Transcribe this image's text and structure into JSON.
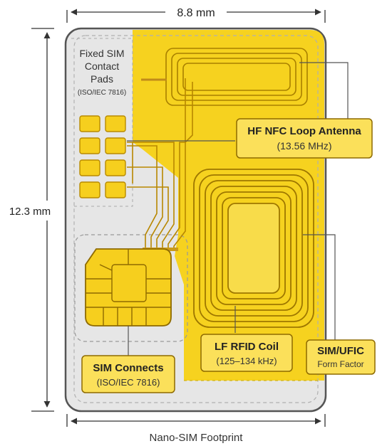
{
  "dimensions": {
    "width_label": "8.8 mm",
    "height_label": "12.3 mm"
  },
  "labels": {
    "fixed_pads": {
      "line1": "Fixed SIM",
      "line2": "Contact",
      "line3": "Pads",
      "line4": "(ISO/IEC 7816)"
    },
    "hf_antenna": {
      "title": "HF NFC Loop Antenna",
      "sub": "(13.56 MHz)"
    },
    "lf_coil": {
      "title": "LF RFID Coil",
      "sub": "(125–134 kHz)"
    },
    "form_factor": {
      "title": "SIM/UFIC",
      "sub": "Form Factor"
    },
    "sim_connects": {
      "title": "SIM Connects",
      "sub": "(ISO/IEC 7816)"
    },
    "footprint": "Nano-SIM Footprint"
  },
  "colors": {
    "gold": "#f5d020",
    "gold_dark": "#b38a00",
    "card_gray": "#e4e4e4",
    "outline": "#555555",
    "label_fill": "#fbe05a"
  }
}
